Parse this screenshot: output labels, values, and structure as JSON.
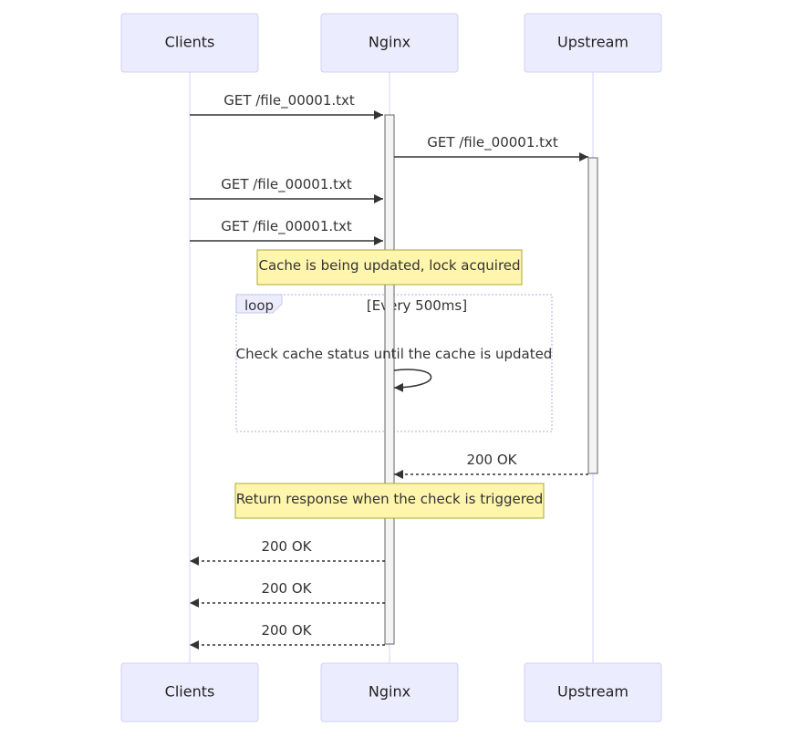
{
  "diagram": {
    "type": "sequence",
    "actors": [
      "Clients",
      "Nginx",
      "Upstream"
    ],
    "messages": [
      {
        "from": "Clients",
        "to": "Nginx",
        "label": "GET /file_00001.txt",
        "style": "solid"
      },
      {
        "from": "Nginx",
        "to": "Upstream",
        "label": "GET /file_00001.txt",
        "style": "solid"
      },
      {
        "from": "Clients",
        "to": "Nginx",
        "label": "GET /file_00001.txt",
        "style": "solid"
      },
      {
        "from": "Clients",
        "to": "Nginx",
        "label": "GET /file_00001.txt",
        "style": "solid"
      },
      {
        "from": "Nginx",
        "to": "Nginx",
        "label": "Check cache status until the cache is updated",
        "style": "solid"
      },
      {
        "from": "Upstream",
        "to": "Nginx",
        "label": "200 OK",
        "style": "dashed"
      },
      {
        "from": "Nginx",
        "to": "Clients",
        "label": "200 OK",
        "style": "dashed"
      },
      {
        "from": "Nginx",
        "to": "Clients",
        "label": "200 OK",
        "style": "dashed"
      },
      {
        "from": "Nginx",
        "to": "Clients",
        "label": "200 OK",
        "style": "dashed"
      }
    ],
    "notes": [
      "Cache is being updated, lock acquired",
      "Return response when the check is triggered"
    ],
    "loop": {
      "label": "loop",
      "condition": "[Every 500ms]"
    },
    "colors": {
      "actor_fill": "#ececff",
      "actor_border": "#cfd0f2",
      "lifeline": "#d0d0ff",
      "note_fill": "#fff5ad",
      "note_border": "#aaaa33",
      "line": "#333333"
    }
  }
}
